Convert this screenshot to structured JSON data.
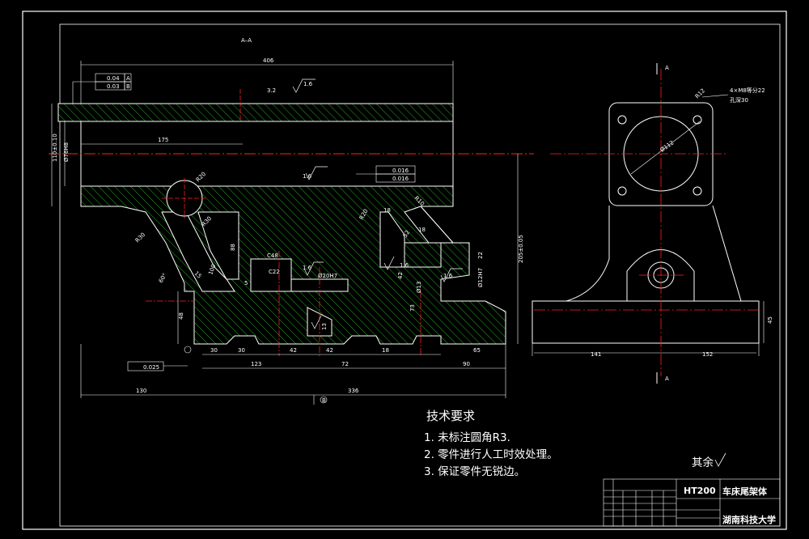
{
  "section_label": "A–A",
  "view_labels": {
    "top": "A",
    "bottom": "A"
  },
  "dimensions": {
    "overall_length": "406",
    "d175": "175",
    "h110": "110±0.10",
    "h76": "Ø76H8",
    "d48": "C48",
    "d22": "C22",
    "d20": "Ø20H7",
    "r20": "R20",
    "r18": "18",
    "r20b": "R20",
    "r10": "R10",
    "r30": "R30",
    "r30b": "R30",
    "v15": "15",
    "v100": "100",
    "v88": "88",
    "v5": "5",
    "v22": "22",
    "v12": "Ø12H7",
    "v13": "Ø13",
    "v205": "205±0.05",
    "v18": "18",
    "v52": "52",
    "v42a": "42",
    "v73": "73",
    "v13b": "13",
    "v48": "48",
    "v60": "60°",
    "v45": "45",
    "b30a": "30",
    "b30b": "30",
    "b42a": "42",
    "b42b": "42",
    "b18": "18",
    "b65": "65",
    "c123": "123",
    "c72": "72",
    "c90": "90",
    "d130": "130",
    "d336": "336",
    "s141": "141",
    "s152": "152",
    "s45": "45",
    "bolt_r12": "R12",
    "bolt_holes": "4×M8等分22",
    "bolt_depth": "孔深30",
    "d112": "Ø112"
  },
  "tolerances": {
    "par": "0.04",
    "par_ref": "A",
    "perp": "0.03",
    "perp_ref": "B",
    "cyl1": "0.016",
    "cyl2": "0.016",
    "flat": "0.025"
  },
  "roughness": {
    "r1": "1.6",
    "r2": "1.6",
    "r3": "1.6",
    "r4": "1.6",
    "r5": "1.6",
    "r6": "3.2"
  },
  "datum": "B",
  "tech": {
    "title": "技术要求",
    "items": [
      "1. 未标注圆角R3.",
      "2. 零件进行人工时效处理。",
      "3. 保证零件无锐边。"
    ]
  },
  "surface_note": "其余",
  "title_block": {
    "material": "HT200",
    "part_name": "车床尾架体",
    "school": "湖南科技大学"
  }
}
